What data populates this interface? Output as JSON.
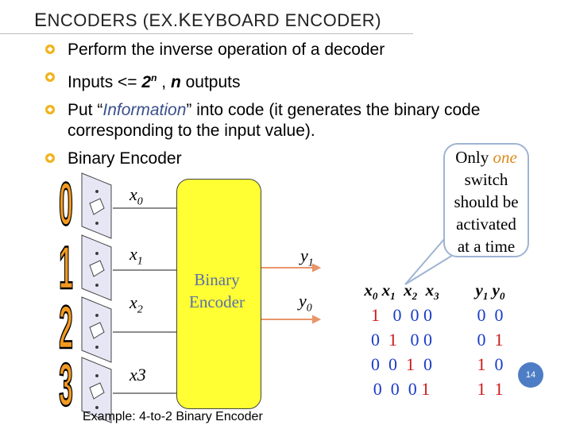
{
  "title": {
    "first_cap": "E",
    "first_rest": "NCODERS (",
    "second": "EX",
    "dot": ".",
    "third_cap": "K",
    "third_rest": "EYBOARD ENCODER",
    "close": ")"
  },
  "bullets": {
    "b1": "Perform the inverse operation of a decoder",
    "b2_pre": "Inputs <= ",
    "b2_base": "2",
    "b2_exp": "n",
    "b2_mid": " , ",
    "b2_n": "n",
    "b2_post": " outputs",
    "b3_pre": "Put “",
    "b3_info": "Information",
    "b3_post": "” into code (it generates the binary code corresponding to the input value).",
    "b4": "Binary Encoder"
  },
  "callout": {
    "l1_pre": "Only ",
    "l1_em": "one",
    "l2": "switch",
    "l3": "should be",
    "l4": "activated",
    "l5": "at a time"
  },
  "keys": [
    "0",
    "1",
    "2",
    "3"
  ],
  "inputs": [
    {
      "v": "x",
      "s": "0"
    },
    {
      "v": "x",
      "s": "1"
    },
    {
      "v": "x",
      "s": "2"
    },
    {
      "v": "x3",
      "s": ""
    }
  ],
  "outputs": [
    {
      "v": "y",
      "s": "1"
    },
    {
      "v": "y",
      "s": "0"
    }
  ],
  "encoder_label": {
    "l1": "Binary",
    "l2": "Encoder"
  },
  "truth_table": {
    "header_in": [
      {
        "v": "x",
        "s": "0"
      },
      {
        "v": "x",
        "s": "1"
      },
      {
        "v": "x",
        "s": "2"
      },
      {
        "v": "x",
        "s": "3"
      }
    ],
    "header_out": [
      {
        "v": "y",
        "s": "1"
      },
      {
        "v": "y",
        "s": "0"
      }
    ],
    "rows": [
      {
        "in": [
          "1",
          "0",
          "0",
          "0"
        ],
        "out": [
          "0",
          "0"
        ]
      },
      {
        "in": [
          "0",
          "1",
          "0",
          "0"
        ],
        "out": [
          "0",
          "1"
        ]
      },
      {
        "in": [
          "0",
          "0",
          "1",
          "0"
        ],
        "out": [
          "1",
          "0"
        ]
      },
      {
        "in": [
          "0",
          "0",
          "0",
          "1"
        ],
        "out": [
          "1",
          "1"
        ]
      }
    ]
  },
  "example": "Example: 4-to-2 Binary Encoder",
  "page_number": "14",
  "colors": {
    "accent": "#4d7dc5",
    "encoder": "#ffff33",
    "highlight": "#cc1a1a",
    "table_text": "#1a3cc8",
    "key_orange": "#f39a21",
    "arrow": "#e8956a"
  }
}
